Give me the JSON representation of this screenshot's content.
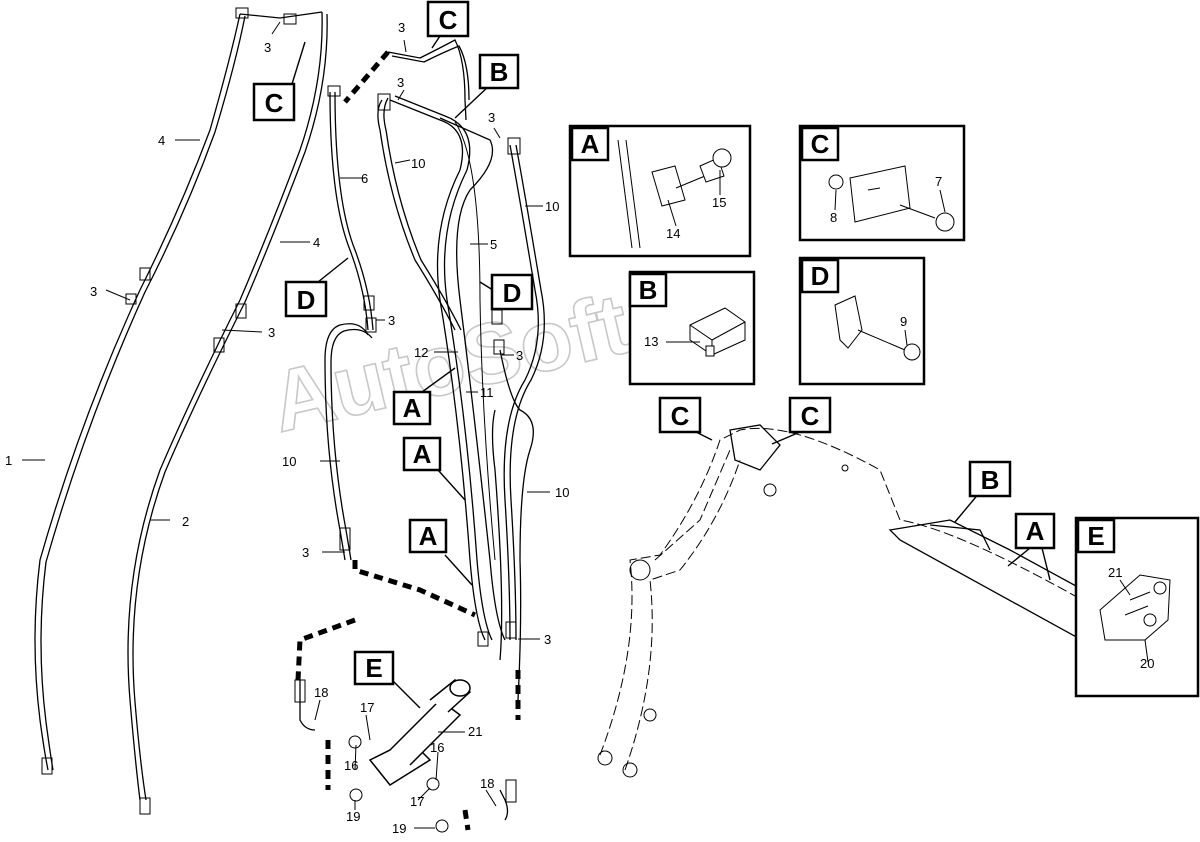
{
  "watermark": "AutoSoft.ru",
  "callouts": {
    "n1": "1",
    "n2": "2",
    "n3": "3",
    "n4": "4",
    "n5": "5",
    "n6": "6",
    "n7": "7",
    "n8": "8",
    "n9": "9",
    "n10": "10",
    "n11": "11",
    "n12": "12",
    "n13": "13",
    "n14": "14",
    "n15": "15",
    "n16": "16",
    "n17": "17",
    "n18": "18",
    "n19": "19",
    "n20": "20",
    "n21": "21"
  },
  "tags": {
    "A": "A",
    "B": "B",
    "C": "C",
    "D": "D",
    "E": "E"
  }
}
